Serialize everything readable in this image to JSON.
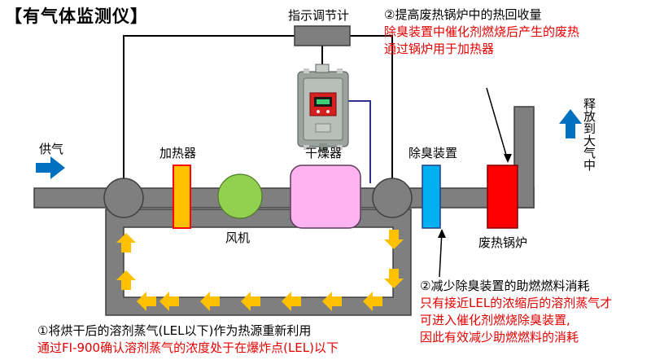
{
  "title": "【有气体监测仪】",
  "labels": {
    "controller": "指示调节计",
    "supply": "供气",
    "heater": "加热器",
    "fan": "风机",
    "dryer": "干燥器",
    "deodorizer": "除臭装置",
    "boiler": "废热锅炉",
    "exhaust": "释放到大气中"
  },
  "note_top": {
    "heading": "②提高废热锅炉中的热回收量",
    "lines": [
      "除臭装置中催化剂燃烧后产生的废热",
      "通过锅炉用于加热器"
    ]
  },
  "note_right": {
    "heading": "②减少除臭装置的助燃燃料消耗",
    "lines": [
      "只有接近LEL的浓缩后的溶剂蒸气才",
      "可进入催化剂燃烧除臭装置,",
      "因此有效减少助燃燃料的消耗"
    ]
  },
  "note_bottom": {
    "heading": "①将烘干后的溶剂蒸气(LEL以下)作为热源重新利用",
    "lines": [
      "通过FI-900确认溶剂蒸气的浓度处于在爆炸点(LEL)以下"
    ]
  },
  "colors": {
    "pipe": "#7f7f7f",
    "arrow": "#ffc000",
    "heater": "#ffc000",
    "heater_border": "#ff0000",
    "fan": "#92d050",
    "dryer": "#ffb3f0",
    "deodorizer": "#00b0f0",
    "boiler": "#ff0000",
    "flow_arrow": "#0070c0",
    "note_red": "#e60000"
  }
}
